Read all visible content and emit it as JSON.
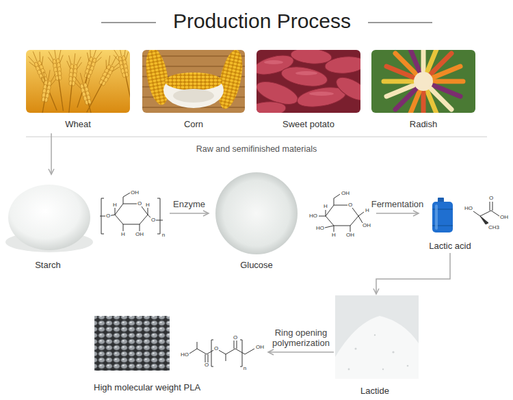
{
  "diagram": {
    "title": "Production Process",
    "nodes": [
      {
        "text": [
          "Wheat"
        ]
      },
      {
        "text": [
          "Corn"
        ]
      },
      {
        "text": [
          "Sweet potato"
        ]
      },
      {
        "text": [
          "Radish"
        ]
      },
      {
        "text": [
          "Starch"
        ]
      },
      {
        "text": [
          "Glucose"
        ]
      },
      {
        "text": [
          "Lactic acid"
        ]
      },
      {
        "text": [
          "Lactide"
        ]
      },
      {
        "text": [
          "High molecular weight PLA"
        ]
      }
    ],
    "edges": [
      {
        "from": 0,
        "to": 4,
        "arrow": "to"
      },
      {
        "from": 4,
        "to": 5,
        "label": "Enzyme",
        "arrow": "to"
      },
      {
        "from": 5,
        "to": 6,
        "label": "Fermentation",
        "arrow": "to"
      },
      {
        "from": 6,
        "to": 7,
        "arrow": "to"
      },
      {
        "from": 7,
        "to": 8,
        "label": "Ring opening polymerization",
        "arrow": "to"
      }
    ],
    "labels": [
      "Raw and semifinished materials",
      "O",
      "OH",
      "O",
      "O",
      "H",
      "H",
      "OH",
      "H",
      "n",
      "O",
      "OH",
      "HO",
      "H",
      "OH",
      "H",
      "OH",
      "H",
      "HO",
      "HO",
      "O",
      "OH",
      "CH3",
      "HO",
      "O",
      "O",
      "O",
      "n",
      "OH"
    ]
  }
}
